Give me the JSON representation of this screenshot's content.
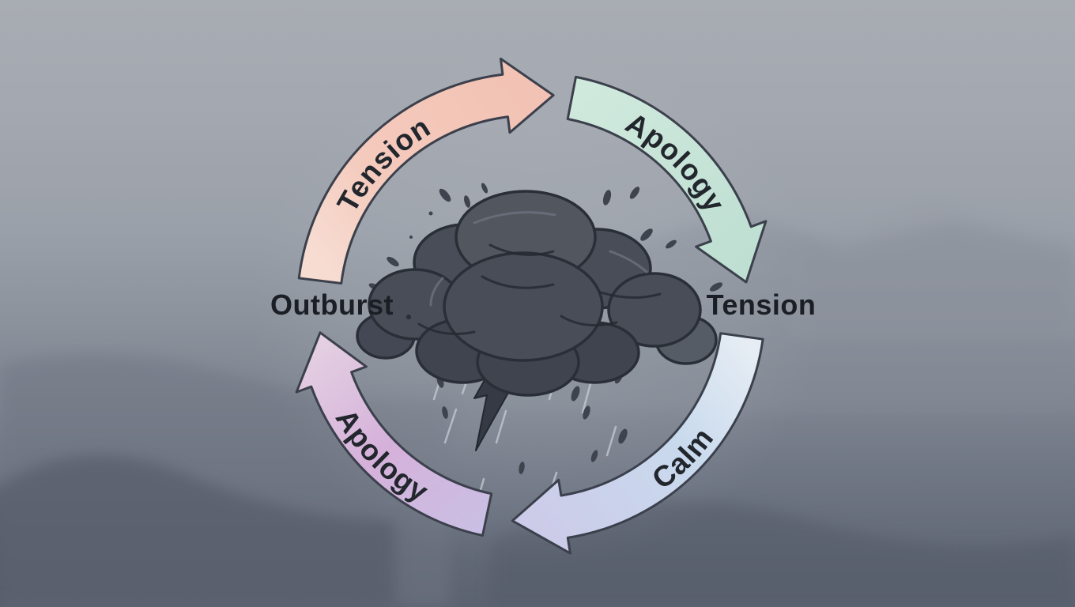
{
  "diagram": {
    "type": "cycle",
    "direction": "clockwise",
    "center_illustration_icon": "storm-cloud-lightning-rain-icon",
    "stages": [
      {
        "label": "Tension",
        "kind": "arrow",
        "color": "#f3c7b9",
        "position": "top-left"
      },
      {
        "label": "Apology",
        "kind": "arrow",
        "color": "#c5e3d7",
        "position": "top-right"
      },
      {
        "label": "Tension",
        "kind": "text",
        "color": "#1b1f25",
        "position": "right"
      },
      {
        "label": "Calm",
        "kind": "arrow",
        "color": "#c9d9ec",
        "position": "bottom-right"
      },
      {
        "label": "Apology",
        "kind": "arrow",
        "color": "#d6b4db",
        "position": "bottom-left"
      },
      {
        "label": "Outburst",
        "kind": "text",
        "color": "#1b1f25",
        "position": "left"
      }
    ]
  },
  "labels": {
    "arrow_tension": "Tension",
    "arrow_apology_top": "Apology",
    "side_tension": "Tension",
    "arrow_calm": "Calm",
    "arrow_apology_bottom": "Apology",
    "side_outburst": "Outburst"
  },
  "colors": {
    "background_top": "#a8acb3",
    "background_bottom": "#5b6270",
    "arrow_outline": "#3b404c",
    "cloud_fill": "#484d57",
    "cloud_dark": "#3f444e",
    "cloud_outline": "#2a2e37",
    "lightning": "#353a45",
    "rain_light": "#c7ccd4",
    "rain_dark": "#3e434e",
    "text_dark": "#1b1f25"
  }
}
